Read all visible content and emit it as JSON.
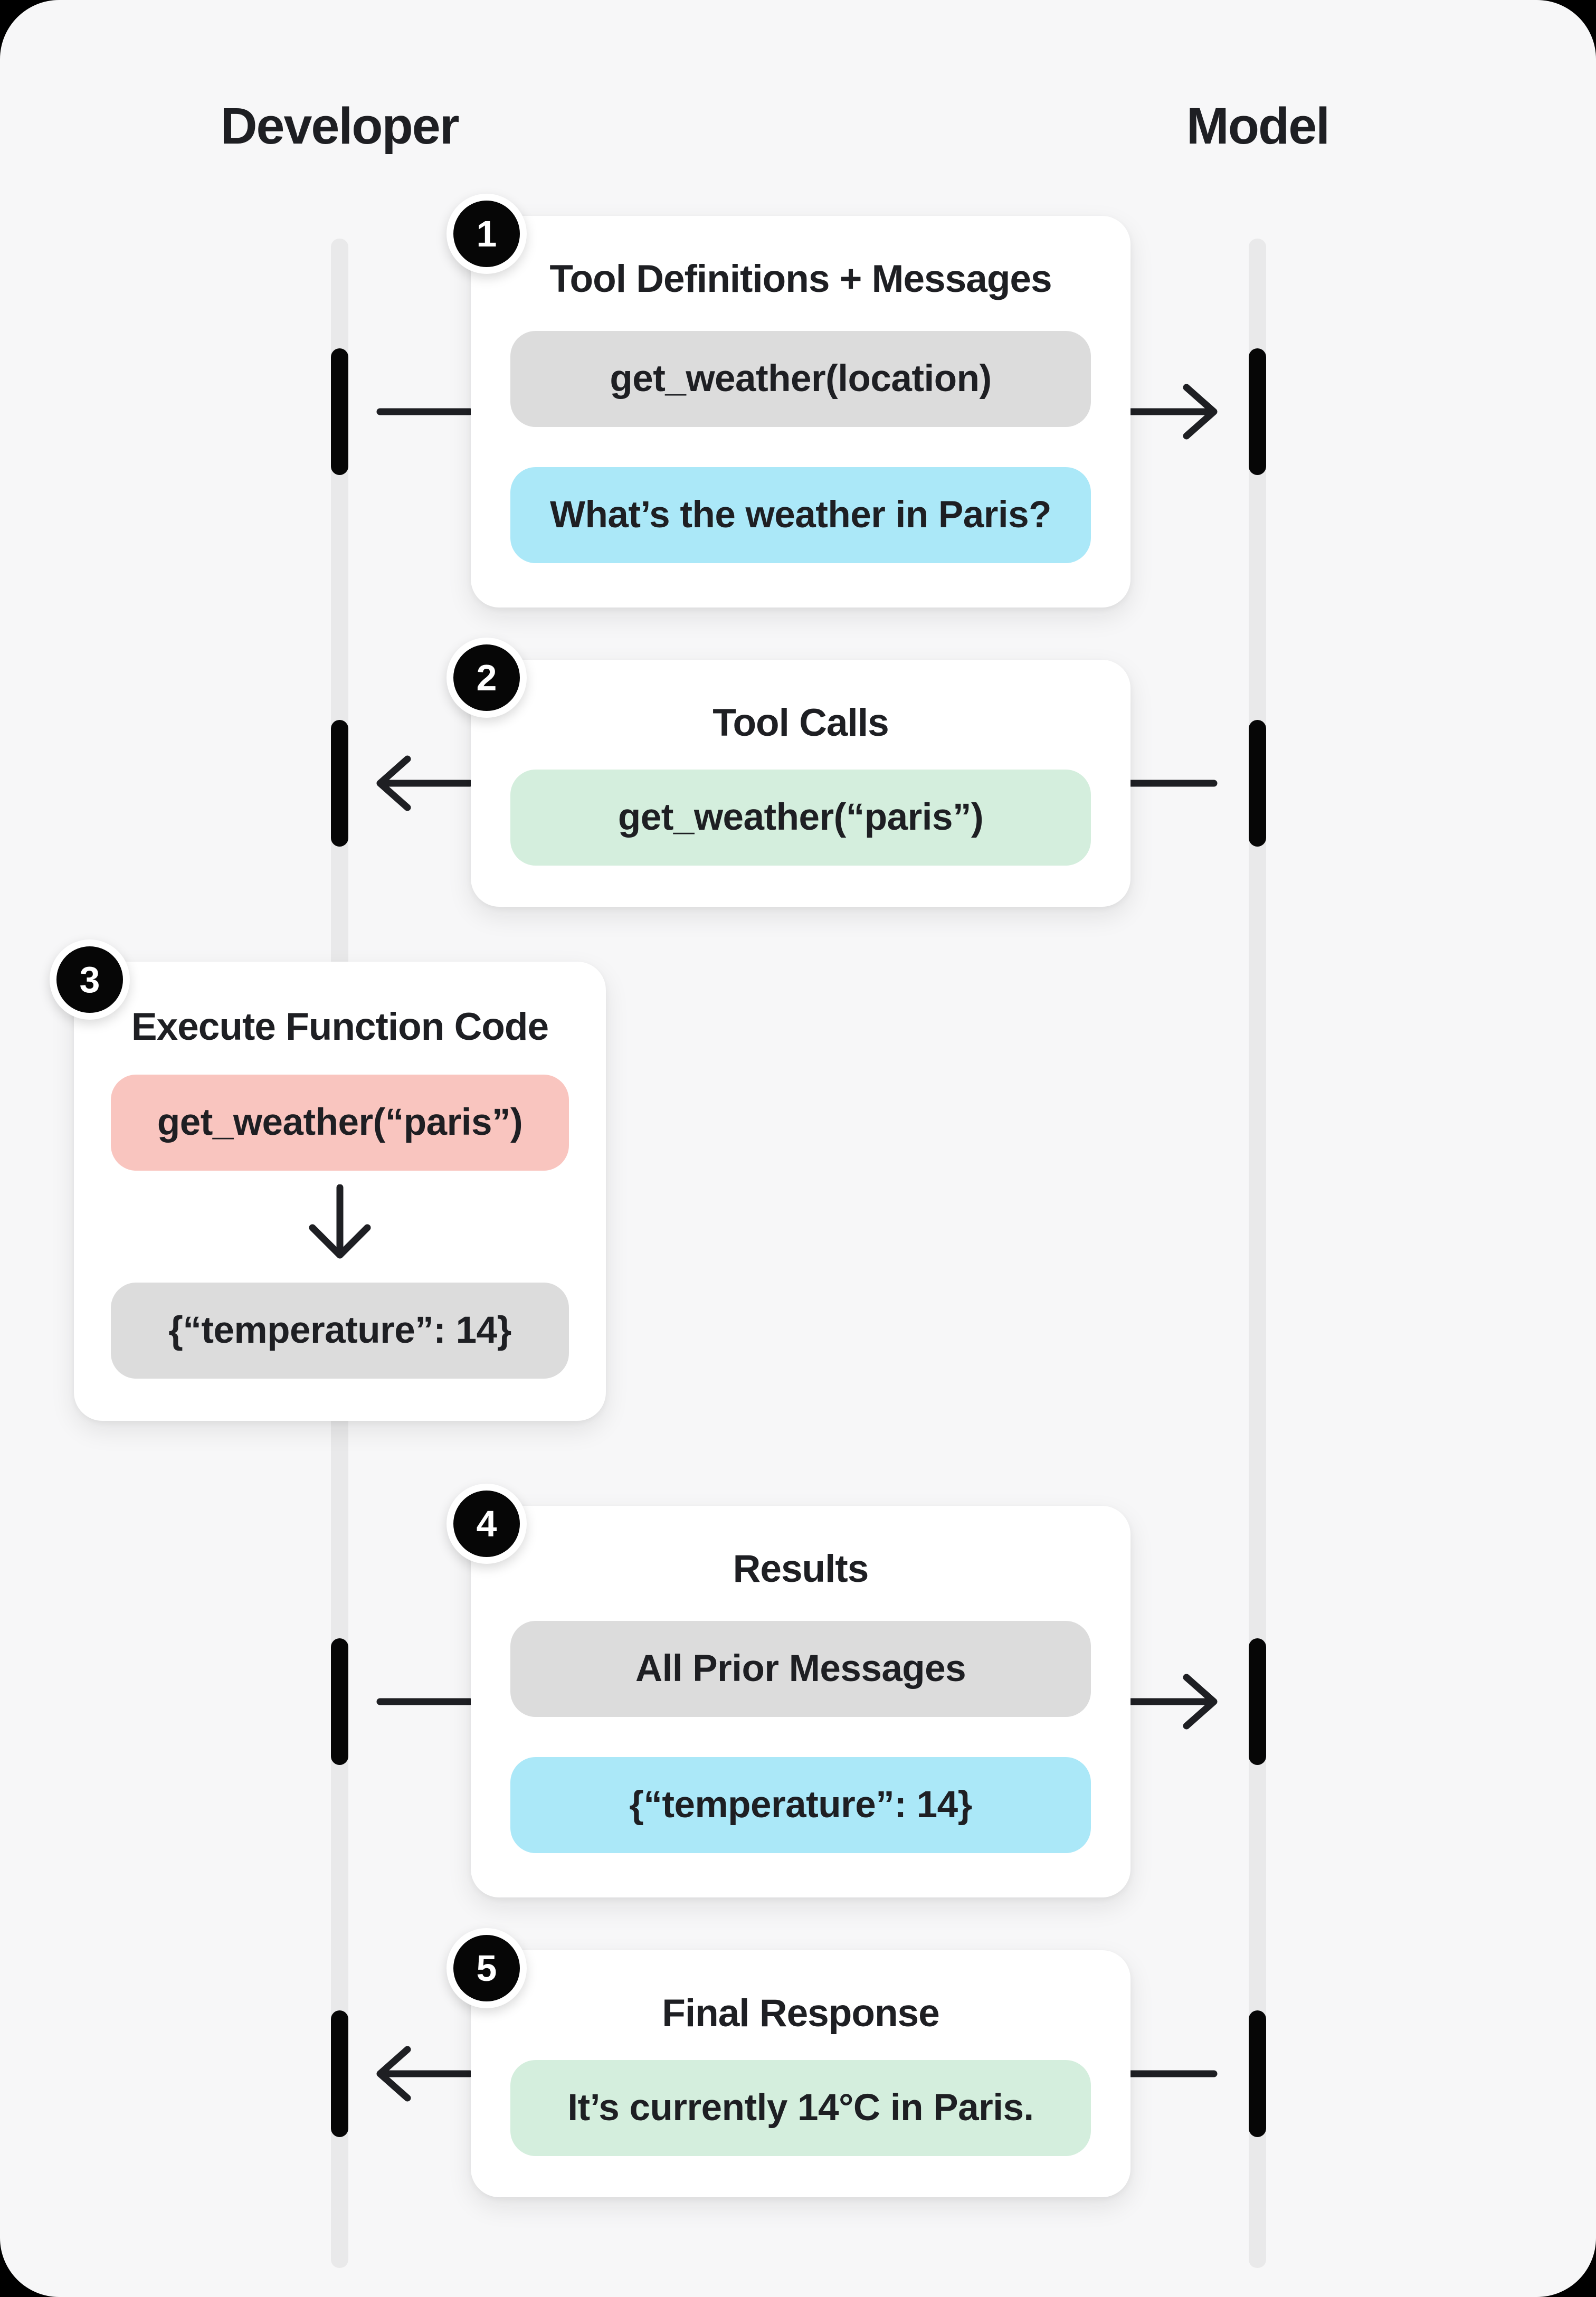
{
  "header": {
    "left_actor": "Developer",
    "right_actor": "Model"
  },
  "steps": [
    {
      "num": "1",
      "title": "Tool Definitions + Messages",
      "direction": "developer-to-model",
      "pills": [
        {
          "text": "get_weather(location)",
          "color": "gray"
        },
        {
          "text": "What’s the weather in Paris?",
          "color": "blue"
        }
      ]
    },
    {
      "num": "2",
      "title": "Tool Calls",
      "direction": "model-to-developer",
      "pills": [
        {
          "text": "get_weather(“paris”)",
          "color": "green"
        }
      ]
    },
    {
      "num": "3",
      "title": "Execute Function Code",
      "direction": "local-execution",
      "pills": [
        {
          "text": "get_weather(“paris”)",
          "color": "red"
        },
        {
          "text": "{“temperature”: 14}",
          "color": "gray"
        }
      ]
    },
    {
      "num": "4",
      "title": "Results",
      "direction": "developer-to-model",
      "pills": [
        {
          "text": "All Prior Messages",
          "color": "gray"
        },
        {
          "text": "{“temperature”: 14}",
          "color": "blue"
        }
      ]
    },
    {
      "num": "5",
      "title": "Final Response",
      "direction": "model-to-developer",
      "pills": [
        {
          "text": "It’s currently 14°C in Paris.",
          "color": "green"
        }
      ]
    }
  ],
  "colors": {
    "page_bg": "#000000",
    "canvas_bg": "#f7f7f8",
    "card_bg": "#ffffff",
    "ink": "#1e1f23",
    "lifeline": "#e9e9ea",
    "activation": "#060606",
    "pill_gray": "#dcdcdc",
    "pill_blue": "#abe8f8",
    "pill_green": "#d4eedd",
    "pill_red": "#f9c5bf",
    "badge_bg": "#060606",
    "badge_ring": "#ffffff",
    "badge_text": "#ffffff"
  }
}
